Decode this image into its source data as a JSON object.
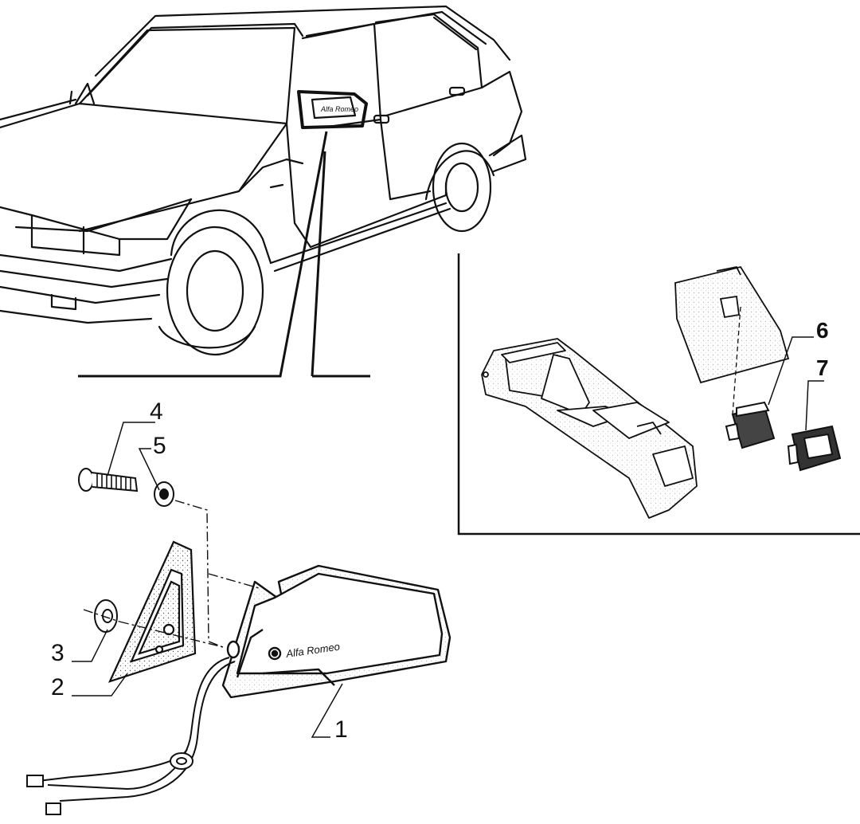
{
  "diagram": {
    "callouts": [
      {
        "id": "1",
        "label": "1"
      },
      {
        "id": "2",
        "label": "2"
      },
      {
        "id": "3",
        "label": "3"
      },
      {
        "id": "4",
        "label": "4"
      },
      {
        "id": "5",
        "label": "5"
      },
      {
        "id": "6",
        "label": "6"
      },
      {
        "id": "7",
        "label": "7"
      }
    ],
    "mirror_script": "Alfa Romeo",
    "car_mirror_script": "Alfa Romeo",
    "line_color": "#111111",
    "stipple_color": "#555555"
  }
}
